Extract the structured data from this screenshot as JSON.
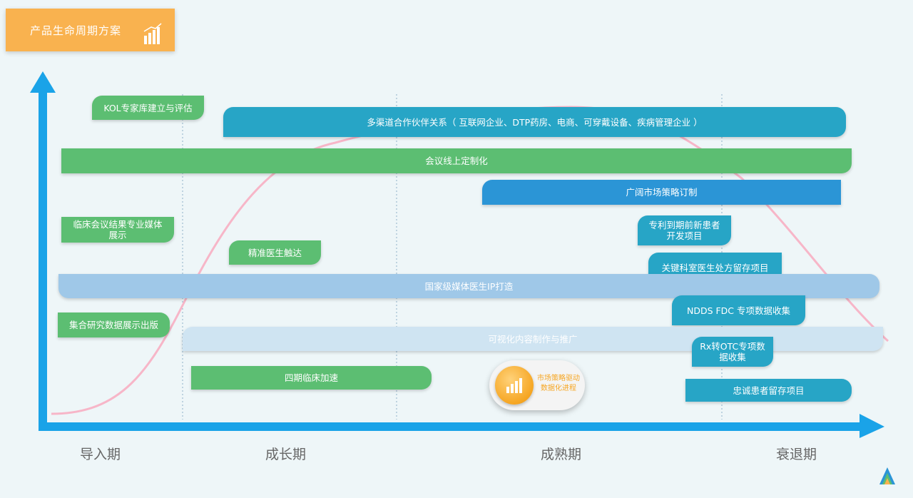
{
  "title": "产品生命周期方案",
  "periods": [
    "导入期",
    "成长期",
    "成熟期",
    "衰退期"
  ],
  "bars": {
    "kol": "KOL专家库建立与评估",
    "multi_channel": "多渠道合作伙伴关系（ 互联网企业、DTP药房、电商、可穿戴设备、疾病管理企业 ）",
    "meeting_online": "会议线上定制化",
    "market_strategy": "广阔市场策略订制",
    "clinical_media_1": "临床会议结果专业媒体",
    "clinical_media_2": "展示",
    "patent_1": "专利到期前新患者",
    "patent_2": "开发项目",
    "precise": "精准医生触达",
    "key_dept": "关键科室医生处方留存项目",
    "national_ip": "国家级媒体医生IP打造",
    "ndds": "NDDS FDC 专项数据收集",
    "collective": "集合研究数据展示出版",
    "visual_content": "可视化内容制作与推广",
    "rx_otc_1": "Rx转OTC专项数",
    "rx_otc_2": "据收集",
    "phase4": "四期临床加速",
    "loyal": "忠诚患者留存项目"
  },
  "badge": {
    "line1": "市场策略驱动",
    "line2": "数据化进程"
  },
  "colors": {
    "green": "#5cbe72",
    "teal": "#27a5c6",
    "blue": "#2b95d6",
    "light_blue": "#9fc8e8",
    "axis": "#1aa3e8",
    "curve": "#f7b6c8",
    "title_bg": "#f9b24f"
  },
  "icons": {
    "title": "bar-chart-icon",
    "badge": "bar-chart-icon",
    "logo": "company-logo-icon"
  }
}
